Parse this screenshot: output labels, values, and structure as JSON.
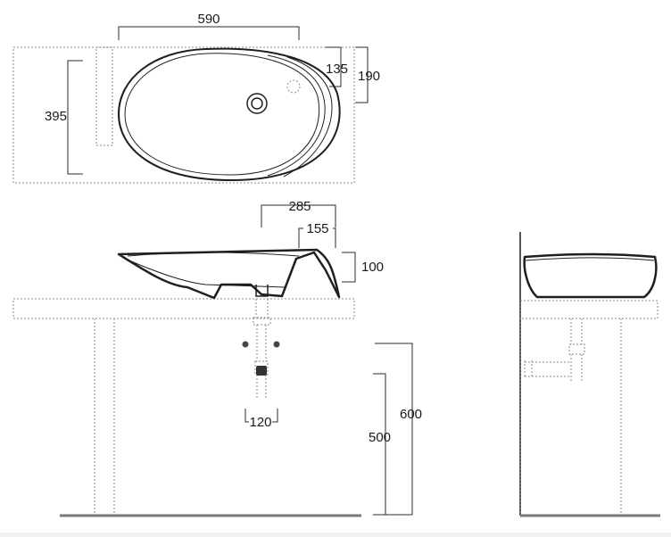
{
  "dimensions": {
    "width_overall": "590",
    "depth_overall": "395",
    "drain_offset": "135",
    "tap_offset": "190",
    "bowl_length": "285",
    "drain_distance": "155",
    "basin_height": "100",
    "fixing_spacing": "120",
    "counter_height_600": "600",
    "counter_height_500": "500"
  },
  "colors": {
    "line": "#1f1f1f",
    "dashed": "#8a8a8a",
    "floor": "#7a7a7a",
    "background": "#ffffff"
  }
}
